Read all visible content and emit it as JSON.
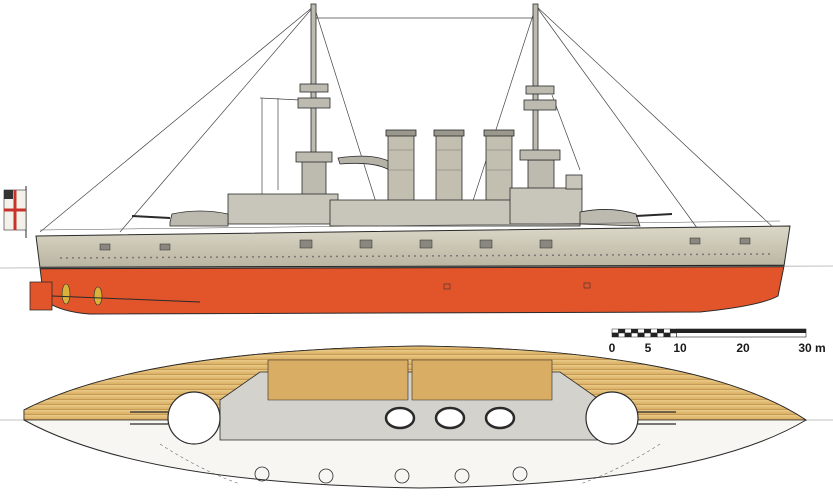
{
  "scale_bar": {
    "labels": [
      "0",
      "5",
      "10",
      "20",
      "30 m"
    ]
  },
  "colors": {
    "hull_upper": "#c9c5b3",
    "hull_lower": "#e2542a",
    "deck_wood": "#e1b972",
    "superstructure": "#bfbdb5",
    "funnel": "#bdb9ab",
    "outline": "#2a2a2a",
    "flag_red": "#c8322a"
  },
  "icons": {
    "flag": "naval-ensign-icon",
    "propeller": "propeller-icon"
  }
}
